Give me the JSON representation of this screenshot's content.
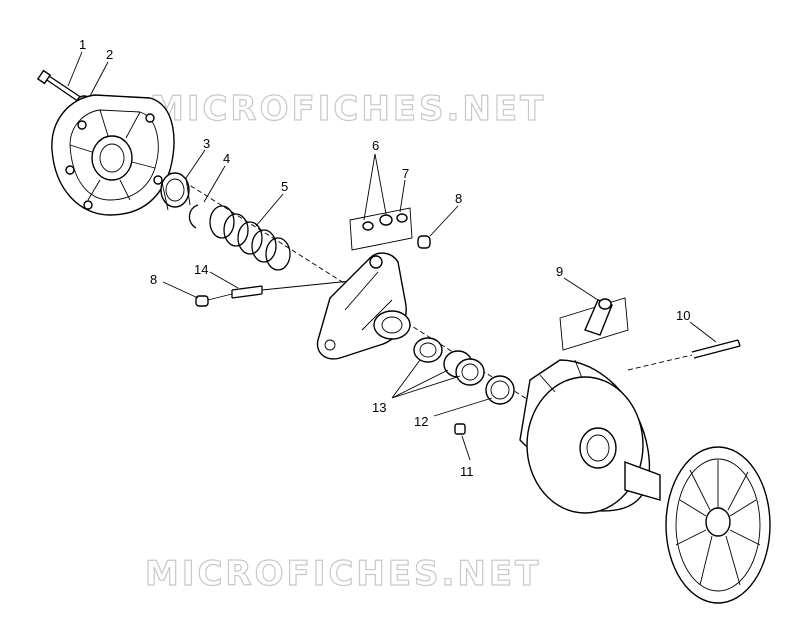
{
  "watermark": {
    "top": "MICROFICHES.NET",
    "bottom": "MICROFICHES.NET"
  },
  "callouts": {
    "c1": "1",
    "c2": "2",
    "c3": "3",
    "c4": "4",
    "c5": "5",
    "c6": "6",
    "c7": "7",
    "c8a": "8",
    "c8b": "8",
    "c9": "9",
    "c10": "10",
    "c11": "11",
    "c12": "12",
    "c13": "13",
    "c14": "14"
  }
}
